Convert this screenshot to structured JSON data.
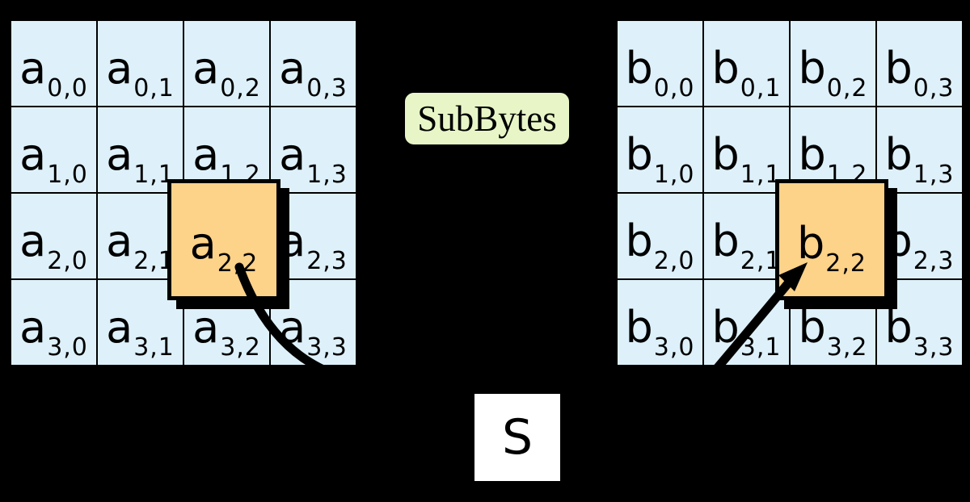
{
  "colors": {
    "background": "#000000",
    "cell_fill": "#def1fa",
    "highlight_fill": "#fdd289",
    "subbytes_fill": "#e8f6c7",
    "sbox_fill": "#ffffff",
    "line": "#000000"
  },
  "operation_label": "SubBytes",
  "sbox_label": "S",
  "left_matrix": {
    "letter": "a",
    "cells": [
      {
        "base": "a",
        "sub": "0,0"
      },
      {
        "base": "a",
        "sub": "0,1"
      },
      {
        "base": "a",
        "sub": "0,2"
      },
      {
        "base": "a",
        "sub": "0,3"
      },
      {
        "base": "a",
        "sub": "1,0"
      },
      {
        "base": "a",
        "sub": "1,1"
      },
      {
        "base": "a",
        "sub": "1,2"
      },
      {
        "base": "a",
        "sub": "1,3"
      },
      {
        "base": "a",
        "sub": "2,0"
      },
      {
        "base": "a",
        "sub": "2,1"
      },
      {
        "base": "a",
        "sub": "2,2"
      },
      {
        "base": "a",
        "sub": "2,3"
      },
      {
        "base": "a",
        "sub": "3,0"
      },
      {
        "base": "a",
        "sub": "3,1"
      },
      {
        "base": "a",
        "sub": "3,2"
      },
      {
        "base": "a",
        "sub": "3,3"
      }
    ]
  },
  "right_matrix": {
    "letter": "b",
    "cells": [
      {
        "base": "b",
        "sub": "0,0"
      },
      {
        "base": "b",
        "sub": "0,1"
      },
      {
        "base": "b",
        "sub": "0,2"
      },
      {
        "base": "b",
        "sub": "0,3"
      },
      {
        "base": "b",
        "sub": "1,0"
      },
      {
        "base": "b",
        "sub": "1,1"
      },
      {
        "base": "b",
        "sub": "1,2"
      },
      {
        "base": "b",
        "sub": "1,3"
      },
      {
        "base": "b",
        "sub": "2,0"
      },
      {
        "base": "b",
        "sub": "2,1"
      },
      {
        "base": "b",
        "sub": "2,2"
      },
      {
        "base": "b",
        "sub": "2,3"
      },
      {
        "base": "b",
        "sub": "3,0"
      },
      {
        "base": "b",
        "sub": "3,1"
      },
      {
        "base": "b",
        "sub": "3,2"
      },
      {
        "base": "b",
        "sub": "3,3"
      }
    ]
  },
  "left_highlight": {
    "base": "a",
    "sub": "2,2"
  },
  "right_highlight": {
    "base": "b",
    "sub": "2,2"
  }
}
